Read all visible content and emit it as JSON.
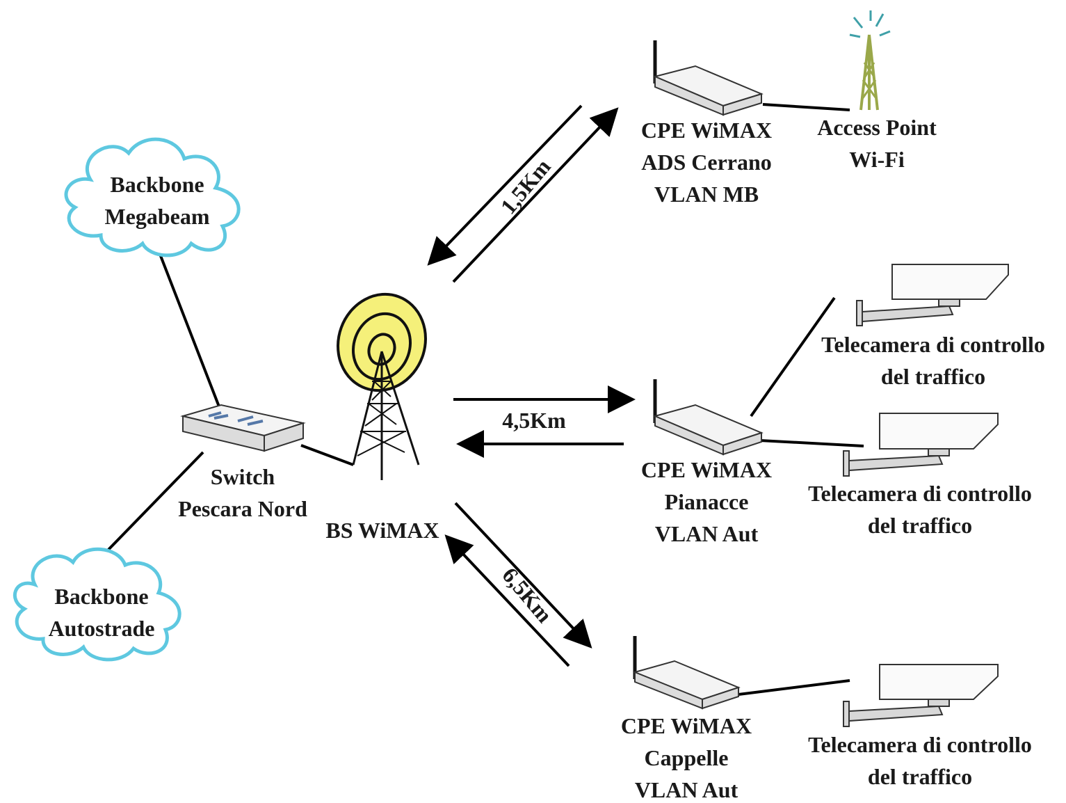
{
  "clouds": {
    "megabeam": [
      "Backbone",
      "Megabeam"
    ],
    "autostrade": [
      "Backbone",
      "Autostrade"
    ]
  },
  "switch": [
    "Switch",
    "Pescara Nord"
  ],
  "bs": "BS WiMAX",
  "links": {
    "top": "1,5Km",
    "mid": "4,5Km",
    "bottom": "6,5Km"
  },
  "cpe_top": [
    "CPE WiMAX",
    "ADS Cerrano",
    "VLAN MB"
  ],
  "access_point": [
    "Access Point",
    "Wi-Fi"
  ],
  "cpe_mid": [
    "CPE WiMAX",
    "Pianacce",
    "VLAN Aut"
  ],
  "cpe_bottom": [
    "CPE WiMAX",
    "Cappelle",
    "VLAN Aut"
  ],
  "camera_1": [
    "Telecamera di controllo",
    "del traffico"
  ],
  "camera_2": [
    "Telecamera di controllo",
    "del traffico"
  ],
  "camera_3": [
    "Telecamera di controllo",
    "del traffico"
  ],
  "colors": {
    "cloud_stroke": "#5ec8e0",
    "antenna_yellow": "#f5f07a",
    "ap_tower": "#9aa84a"
  }
}
